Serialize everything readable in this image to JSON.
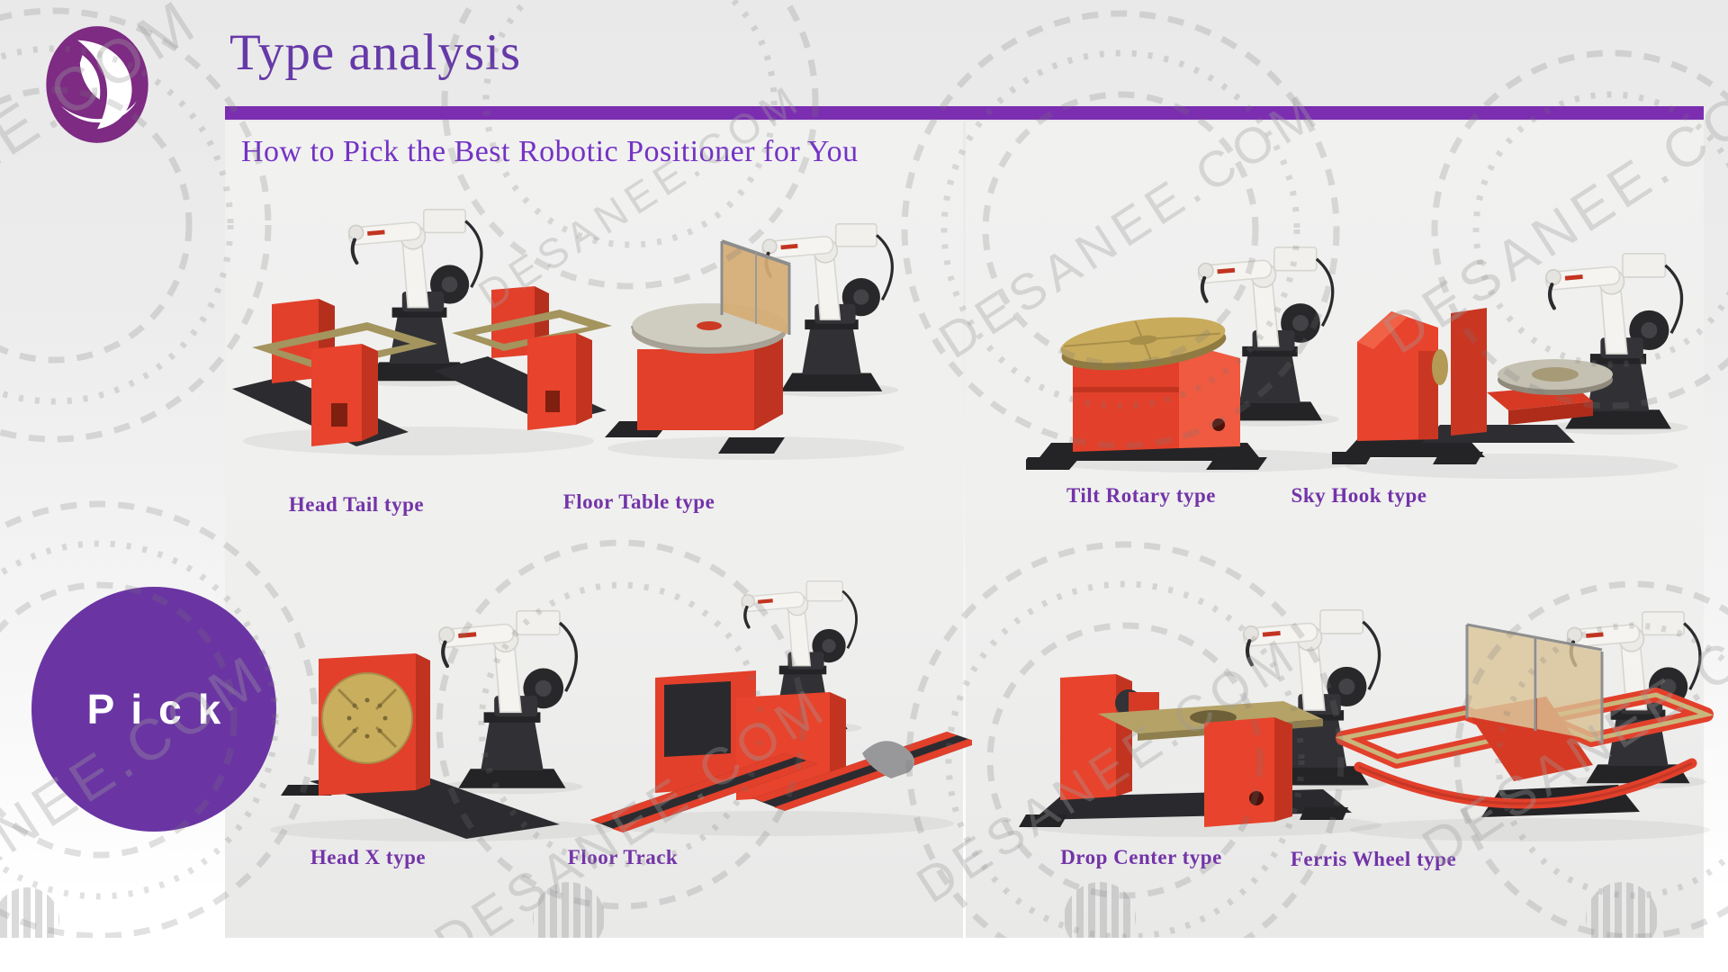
{
  "header": {
    "title": "Type analysis",
    "subtitle": "How to Pick the Best Robotic Positioner for You"
  },
  "badge": {
    "label": "Pick"
  },
  "watermark": {
    "text": "DESANEE.COM"
  },
  "types": [
    {
      "id": "head-tail",
      "label": "Head Tail type"
    },
    {
      "id": "floor-table",
      "label": "Floor Table type"
    },
    {
      "id": "tilt-rotary",
      "label": "Tilt Rotary type"
    },
    {
      "id": "sky-hook",
      "label": "Sky Hook type"
    },
    {
      "id": "head-x",
      "label": "Head X type"
    },
    {
      "id": "floor-track",
      "label": "Floor Track"
    },
    {
      "id": "drop-center",
      "label": "Drop Center type"
    },
    {
      "id": "ferris-wheel",
      "label": "Ferris Wheel type"
    }
  ],
  "colors": {
    "accent_purple": "#7b2fb0",
    "title_purple": "#6639a8",
    "label_purple": "#7334a8",
    "badge_purple": "#6a35a3",
    "logo_purple": "#7d2b83",
    "machine_red": "#e2402b",
    "machine_dark": "#2a2a2e",
    "robot_white": "#f4f3f0",
    "disc_gold": "#c9ab5c"
  }
}
